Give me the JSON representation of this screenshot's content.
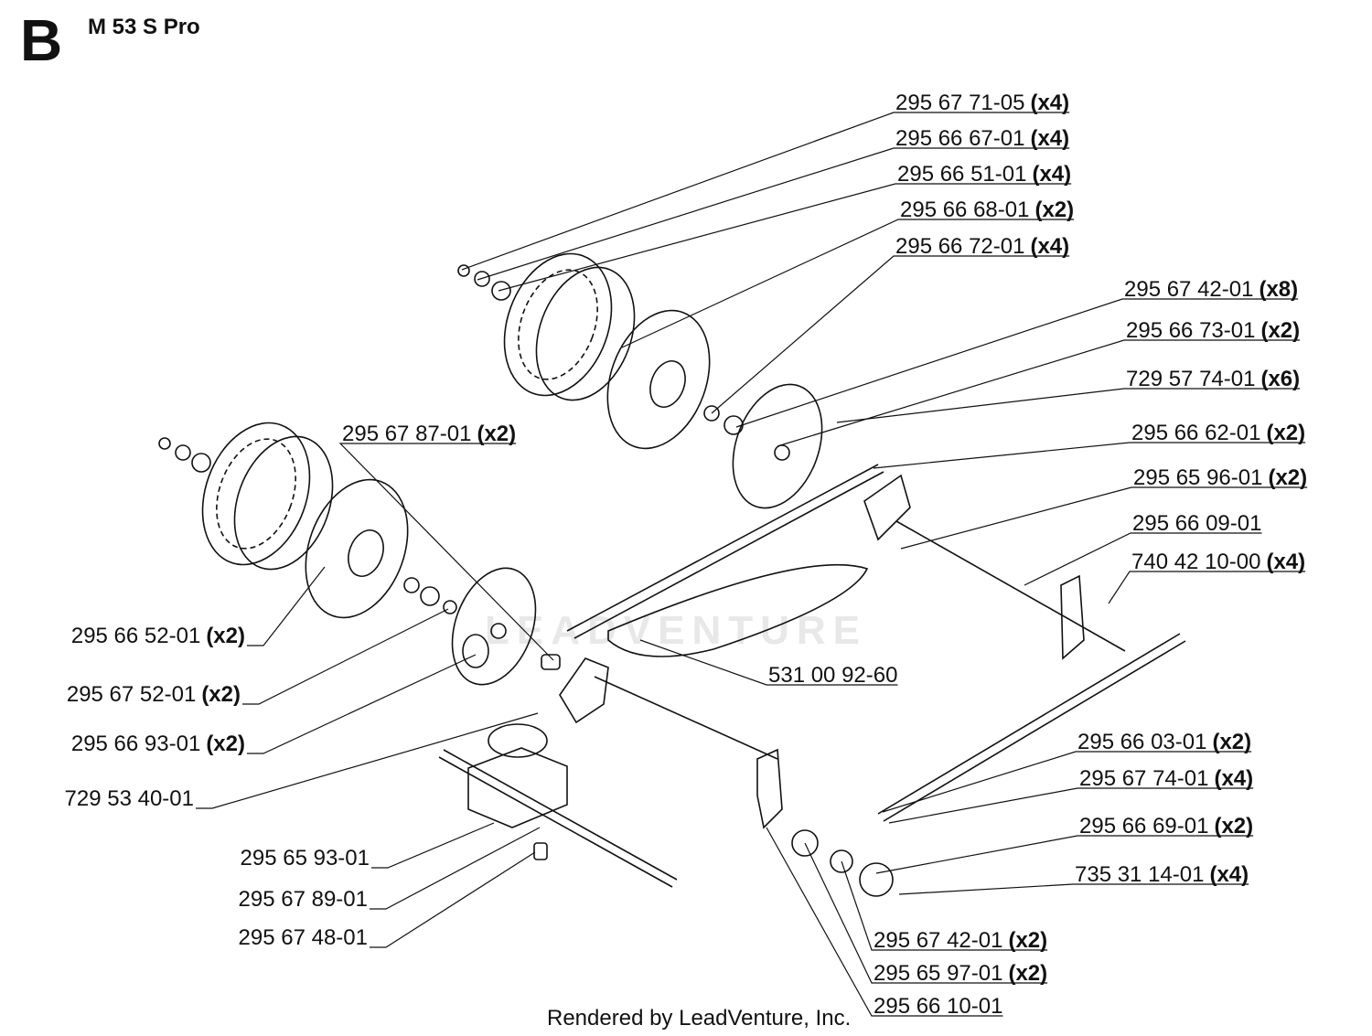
{
  "header": {
    "section": "B",
    "model": "M 53 S Pro"
  },
  "footer": {
    "text": "Rendered by LeadVenture, Inc."
  },
  "watermark": {
    "text": "LEADVENTURE"
  },
  "callouts": [
    {
      "part": "295 67 71-05",
      "qty": "(x4)"
    },
    {
      "part": "295 66 67-01",
      "qty": "(x4)"
    },
    {
      "part": "295 66 51-01",
      "qty": "(x4)"
    },
    {
      "part": "295 66 68-01",
      "qty": "(x2)"
    },
    {
      "part": "295 66 72-01",
      "qty": "(x4)"
    },
    {
      "part": "295 67 42-01",
      "qty": "(x8)"
    },
    {
      "part": "295 66 73-01",
      "qty": "(x2)"
    },
    {
      "part": "729 57 74-01",
      "qty": "(x6)"
    },
    {
      "part": "295 66 62-01",
      "qty": "(x2)"
    },
    {
      "part": "295 65 96-01",
      "qty": "(x2)"
    },
    {
      "part": "295 66 09-01",
      "qty": ""
    },
    {
      "part": "740 42 10-00",
      "qty": "(x4)"
    },
    {
      "part": "295 67 87-01",
      "qty": "(x2)"
    },
    {
      "part": "295 66 52-01",
      "qty": "(x2)"
    },
    {
      "part": "295 67 52-01",
      "qty": "(x2)"
    },
    {
      "part": "295 66 93-01",
      "qty": "(x2)"
    },
    {
      "part": "729 53 40-01",
      "qty": ""
    },
    {
      "part": "531 00 92-60",
      "qty": ""
    },
    {
      "part": "295 65 93-01",
      "qty": ""
    },
    {
      "part": "295 67 89-01",
      "qty": ""
    },
    {
      "part": "295 67 48-01",
      "qty": ""
    },
    {
      "part": "295 66 03-01",
      "qty": "(x2)"
    },
    {
      "part": "295 67 74-01",
      "qty": "(x4)"
    },
    {
      "part": "295 66 69-01",
      "qty": "(x2)"
    },
    {
      "part": "735 31 14-01",
      "qty": "(x4)"
    },
    {
      "part": "295 67 42-01",
      "qty": "(x2)"
    },
    {
      "part": "295 65 97-01",
      "qty": "(x2)"
    },
    {
      "part": "295 66 10-01",
      "qty": ""
    }
  ]
}
